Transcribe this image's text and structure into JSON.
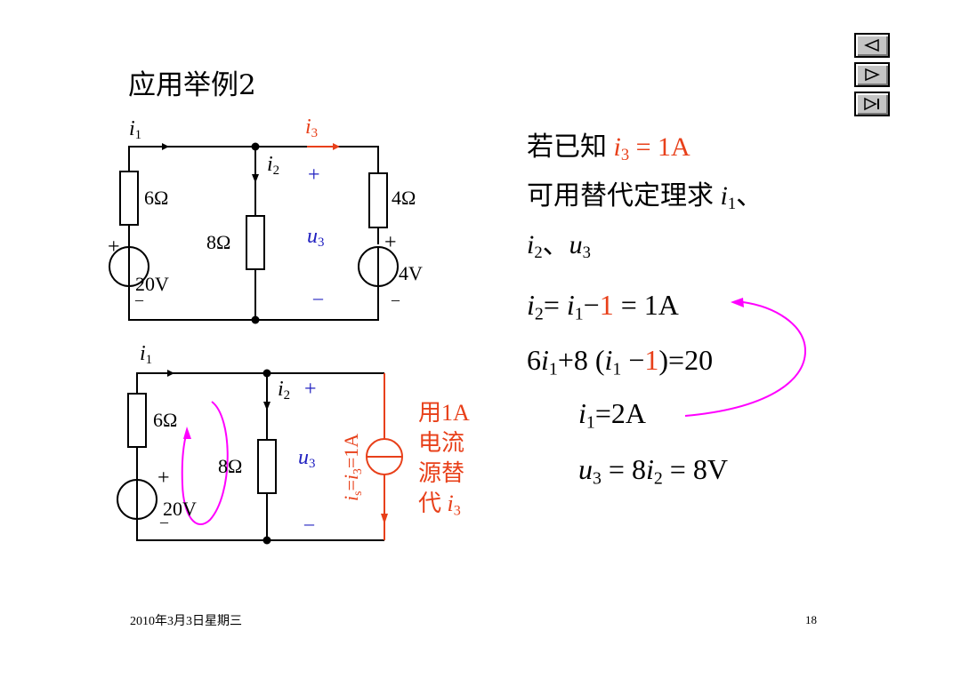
{
  "slide": {
    "title": "应用举例2",
    "footer_date": "2010年3月3日星期三",
    "page_number": "18"
  },
  "nav": {
    "buttons": [
      {
        "label": "previous-slide"
      },
      {
        "label": "next-slide"
      },
      {
        "label": "last-slide"
      }
    ]
  },
  "circuit_top": {
    "currents": {
      "i1": "i",
      "i1_sub": "1",
      "i2": "i",
      "i2_sub": "2",
      "i3": "i",
      "i3_sub": "3"
    },
    "r1": "6Ω",
    "r2": "8Ω",
    "r3": "4Ω",
    "src1": "20V",
    "src2": "4V",
    "plus": "+",
    "minus": "–",
    "u3": "u",
    "u3_sub": "3"
  },
  "circuit_bottom": {
    "i1": "i",
    "i1_sub": "1",
    "i2": "i",
    "i2_sub": "2",
    "r1": "6Ω",
    "r2": "8Ω",
    "src1": "20V",
    "plus": "+",
    "minus": "–",
    "u3": "u",
    "u3_sub": "3",
    "is_label_is": "i",
    "is_label_s": "s",
    "is_label_eq": "=",
    "is_label_i3": "i",
    "is_label_3": "3",
    "is_label_val": "=1A",
    "note_line1": "用1A",
    "note_line2": "电流",
    "note_line3": "源替",
    "note_line4_text": "代 ",
    "note_line4_i": "i",
    "note_line4_sub": "3"
  },
  "analysis": {
    "l1_text": "若已知 ",
    "l1_i": "i",
    "l1_sub": "3",
    "l1_val": " = 1A",
    "l2_text": "可用替代定理求 ",
    "l2_i": "i",
    "l2_sub": "1",
    "l2_sep": "、",
    "l3_i": "i",
    "l3_sub": "2",
    "l3_sep": "、",
    "l3_u": "u",
    "l3_usub": "3",
    "eq1_a": "i",
    "eq1_a_sub": "2",
    "eq1_b": "= ",
    "eq1_c": "i",
    "eq1_c_sub": "1",
    "eq1_d": "−",
    "eq1_e": "1",
    "eq1_f": " = 1A",
    "eq2_a": "6",
    "eq2_b": "i",
    "eq2_b_sub": "1",
    "eq2_c": "+8 (",
    "eq2_d": "i",
    "eq2_d_sub": "1",
    "eq2_e": " −",
    "eq2_f": "1",
    "eq2_g": ")=20",
    "eq3_a": "i",
    "eq3_a_sub": "1",
    "eq3_b": "=2A",
    "eq4_a": "u",
    "eq4_a_sub": "3",
    "eq4_b": " = 8",
    "eq4_c": "i",
    "eq4_c_sub": "2",
    "eq4_d": " = 8V"
  },
  "colors": {
    "accent_red": "#e8401a",
    "accent_blue": "#2020c0",
    "arrow_magenta": "#ff00ff"
  }
}
